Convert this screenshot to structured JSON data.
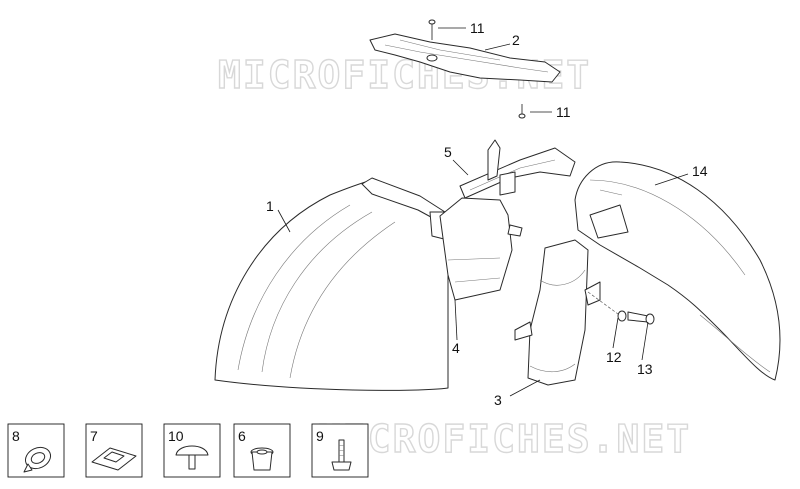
{
  "watermark": "MICROFICHES.NET",
  "callouts": {
    "c1": "1",
    "c2": "2",
    "c3": "3",
    "c4": "4",
    "c5": "5",
    "c11a": "11",
    "c11b": "11",
    "c12": "12",
    "c13": "13",
    "c14": "14"
  },
  "small_parts": [
    {
      "label": "8"
    },
    {
      "label": "7"
    },
    {
      "label": "10"
    },
    {
      "label": "6"
    },
    {
      "label": "9"
    }
  ],
  "colors": {
    "line": "#2a2a2a",
    "watermark": "#d8d8d8",
    "background": "#ffffff"
  }
}
